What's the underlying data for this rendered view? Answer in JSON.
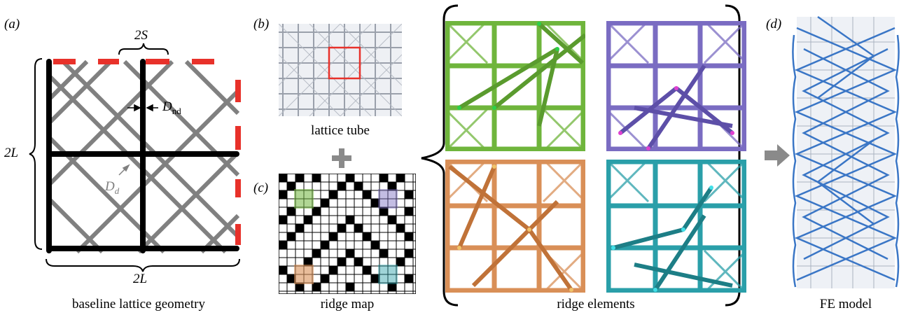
{
  "panels": {
    "a": {
      "letter": "(a)",
      "caption": "baseline lattice geometry",
      "dim_spacing": "2S",
      "dim_height": "2L",
      "dim_width": "2L",
      "node_diameter": "D",
      "node_diameter_sub": "nd",
      "diag_diameter": "D",
      "diag_diameter_sub": "d"
    },
    "b": {
      "letter": "(b)",
      "caption": "lattice tube"
    },
    "c": {
      "letter": "(c)",
      "caption": "ridge map"
    },
    "e": {
      "caption": "ridge elements"
    },
    "d": {
      "letter": "(d)",
      "caption": "FE model"
    }
  },
  "colors": {
    "frame": "#000000",
    "diagonal": "#808080",
    "dashed_edge": "#e8312a",
    "highlight_box": "#e8312a",
    "green": "#6fb53c",
    "purple": "#7a6cc2",
    "orange": "#d98f57",
    "teal": "#2a9fa9",
    "fe_blue": "#3a76c6",
    "arrow_gray": "#8a8a8a"
  }
}
